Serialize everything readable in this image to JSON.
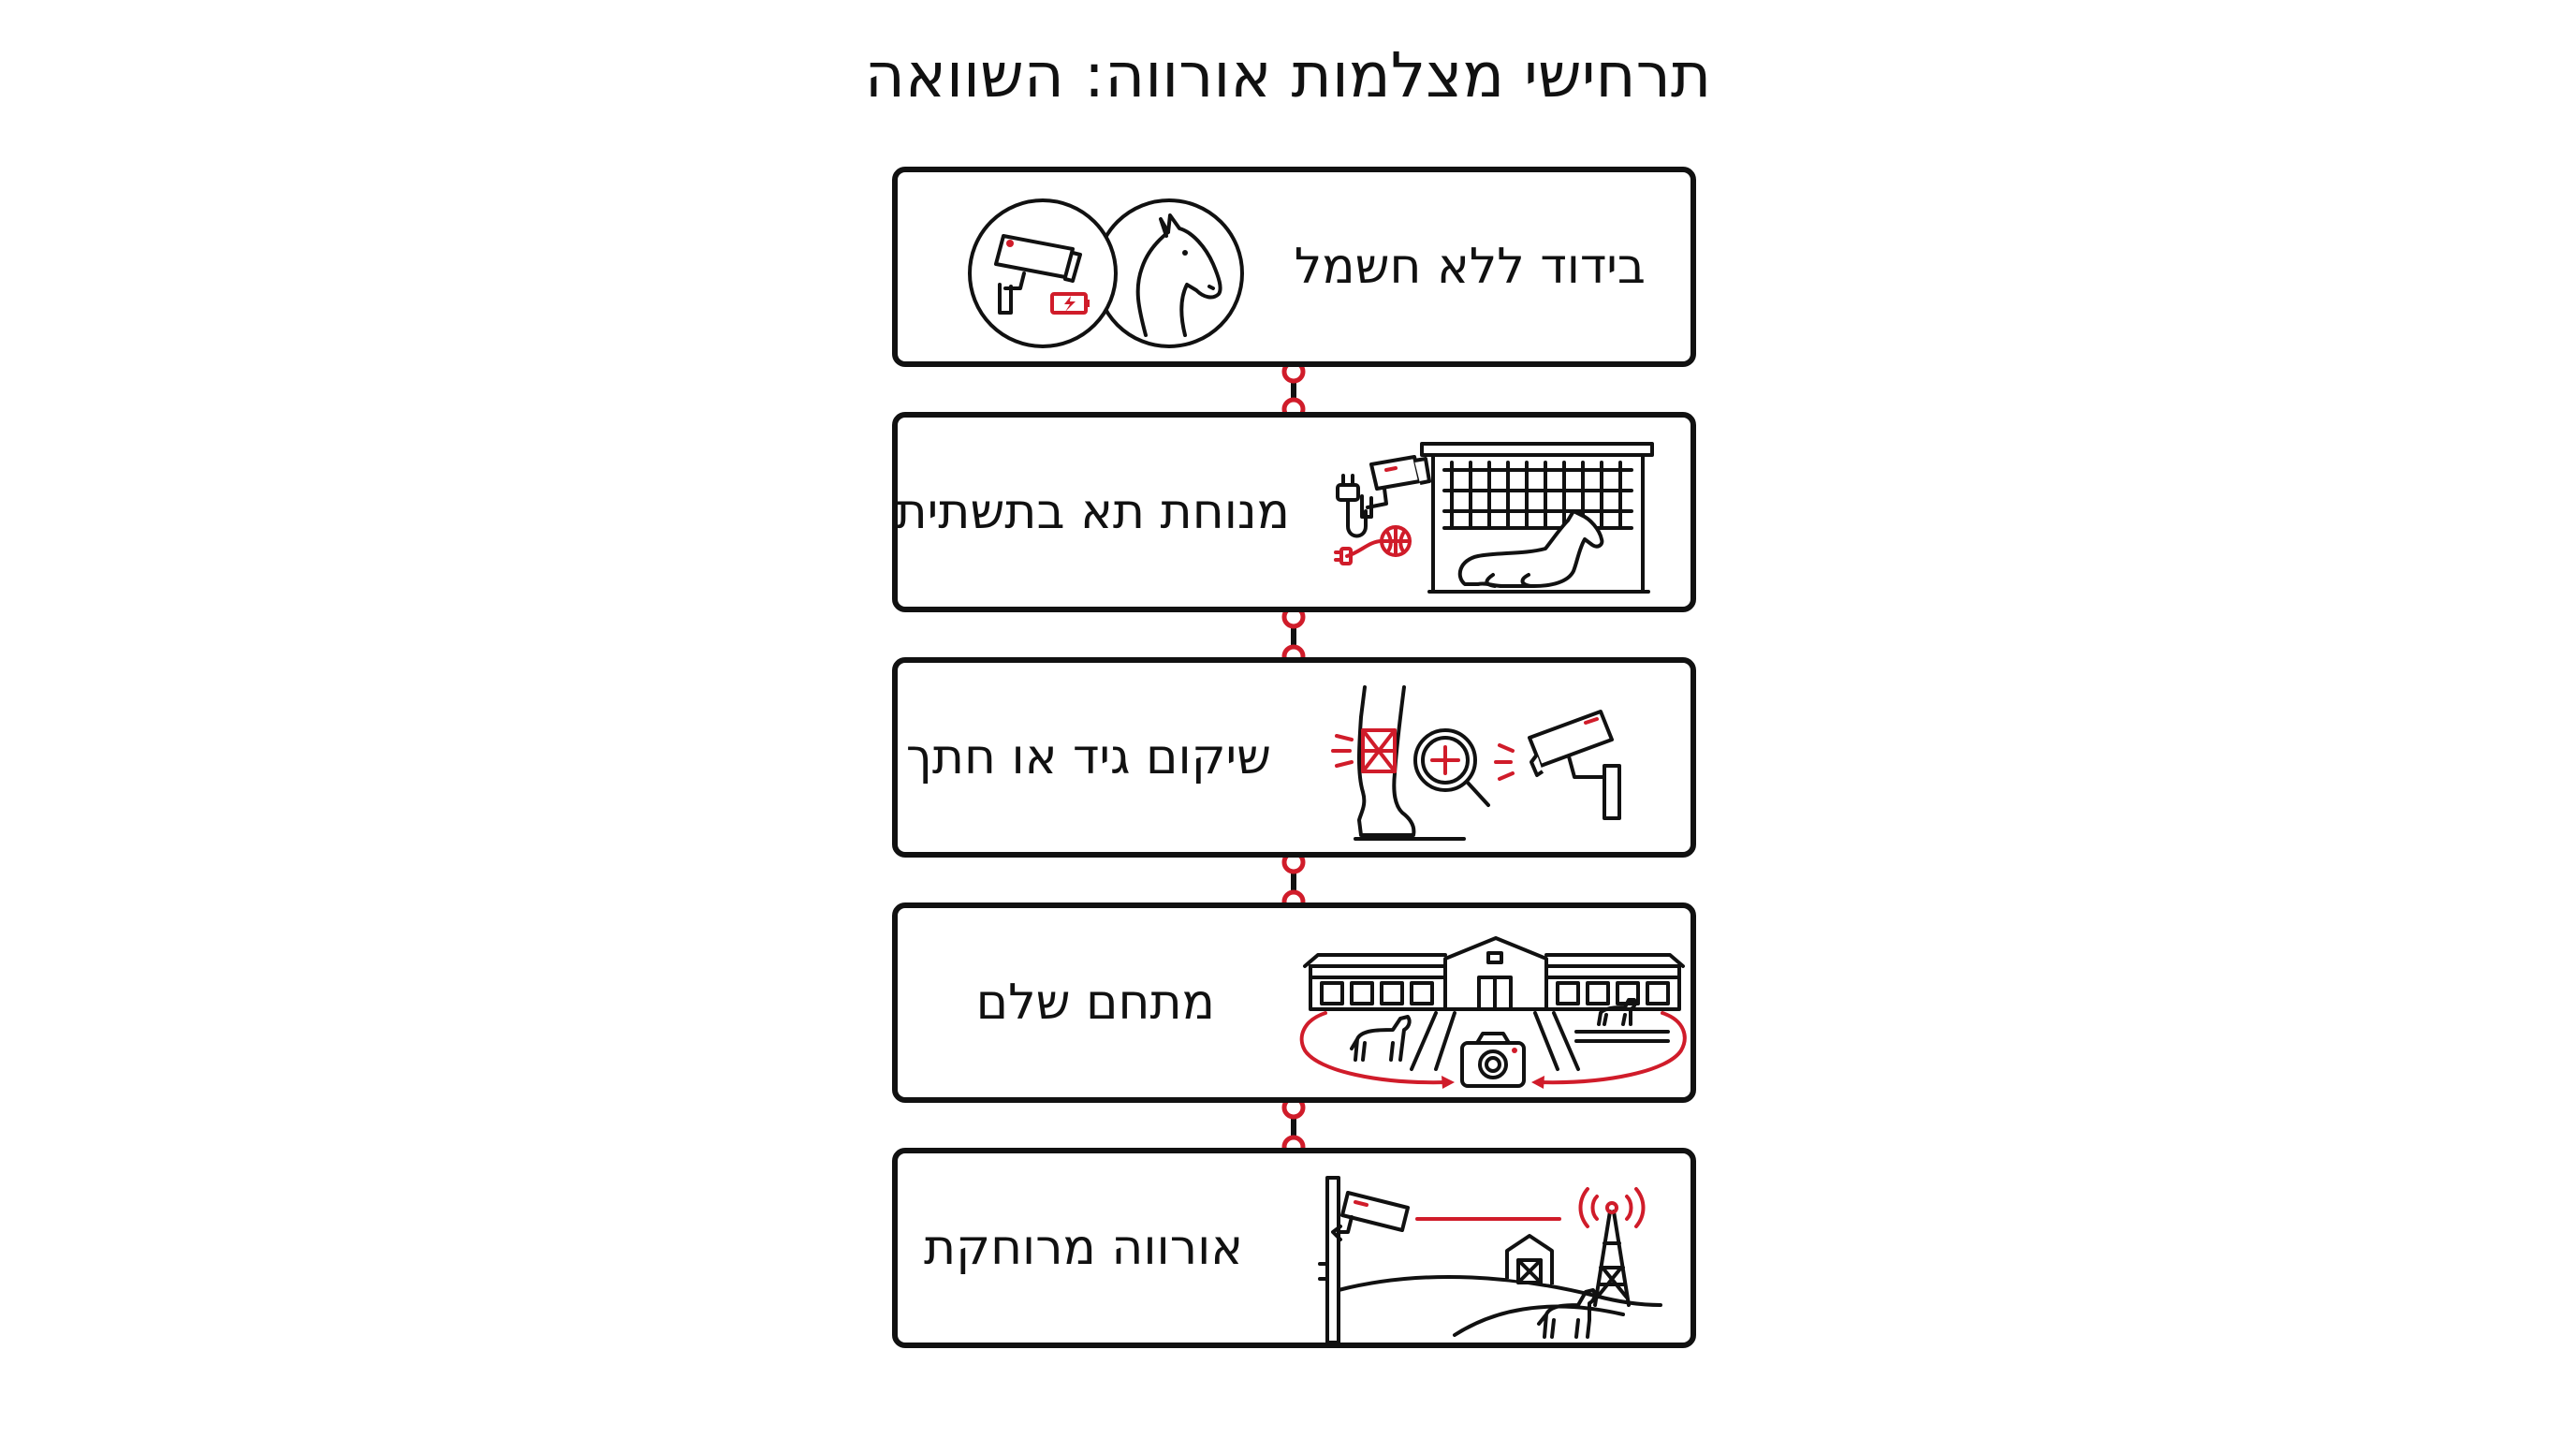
{
  "title": "תרחישי מצלמות אורווה: השוואה",
  "colors": {
    "ink": "#111111",
    "accent": "#d01c2a",
    "background": "#ffffff"
  },
  "scenarios": [
    {
      "label": "בידוד ללא חשמל",
      "icons": [
        "security-camera-icon",
        "battery-charging-icon",
        "horse-head-icon"
      ]
    },
    {
      "label": "מנוחת תא בתשתית",
      "icons": [
        "security-camera-icon",
        "power-plug-icon",
        "network-globe-icon",
        "horse-lying-in-stall-icon"
      ]
    },
    {
      "label": "שיקום גיד או חתך",
      "icons": [
        "bandaged-horse-leg-icon",
        "magnifier-plus-icon",
        "security-camera-icon"
      ]
    },
    {
      "label": "מתחם שלם",
      "icons": [
        "barn-complex-icon",
        "camera-icon",
        "horse-icon",
        "circular-arrows-icon"
      ]
    },
    {
      "label": "אורווה מרוחקת",
      "icons": [
        "pole-camera-icon",
        "cell-tower-icon",
        "barn-icon",
        "horse-icon"
      ]
    }
  ]
}
